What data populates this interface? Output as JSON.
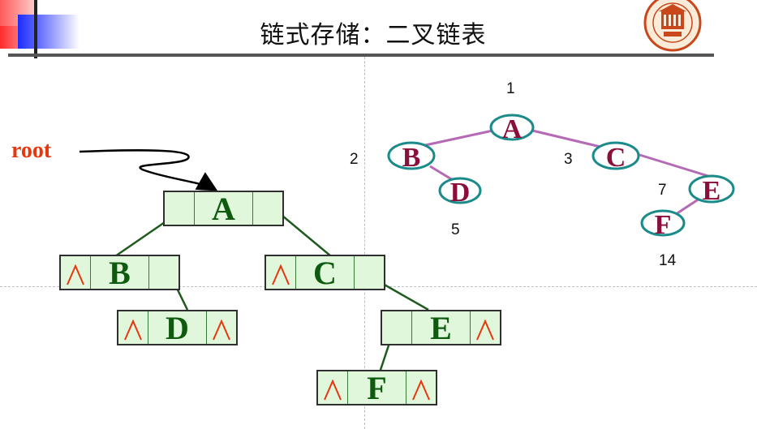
{
  "title": "链式存储：二叉链表",
  "root_label": "root",
  "colors": {
    "node_fill": "#e0f7dc",
    "link": "#1e5a1e",
    "null_mark": "#e8360e",
    "tree_edge": "#b56ab6",
    "tree_ellipse": "#1a8a8a",
    "tree_text": "#8a0f3c"
  },
  "linked_nodes": [
    {
      "id": "A",
      "label": "A",
      "left_null": false,
      "right_null": false
    },
    {
      "id": "B",
      "label": "B",
      "left_null": true,
      "right_null": false
    },
    {
      "id": "C",
      "label": "C",
      "left_null": true,
      "right_null": false
    },
    {
      "id": "D",
      "label": "D",
      "left_null": true,
      "right_null": true
    },
    {
      "id": "E",
      "label": "E",
      "left_null": false,
      "right_null": true
    },
    {
      "id": "F",
      "label": "F",
      "left_null": true,
      "right_null": true
    }
  ],
  "tree_nodes": [
    {
      "id": "A",
      "label": "A",
      "index": "1"
    },
    {
      "id": "B",
      "label": "B",
      "index": "2"
    },
    {
      "id": "C",
      "label": "C",
      "index": "3"
    },
    {
      "id": "D",
      "label": "D",
      "index": "5"
    },
    {
      "id": "E",
      "label": "E",
      "index": "7"
    },
    {
      "id": "F",
      "label": "F",
      "index": "14"
    }
  ],
  "tree_edges": [
    [
      "A",
      "B"
    ],
    [
      "A",
      "C"
    ],
    [
      "B",
      "D"
    ],
    [
      "C",
      "E"
    ],
    [
      "E",
      "F"
    ]
  ]
}
